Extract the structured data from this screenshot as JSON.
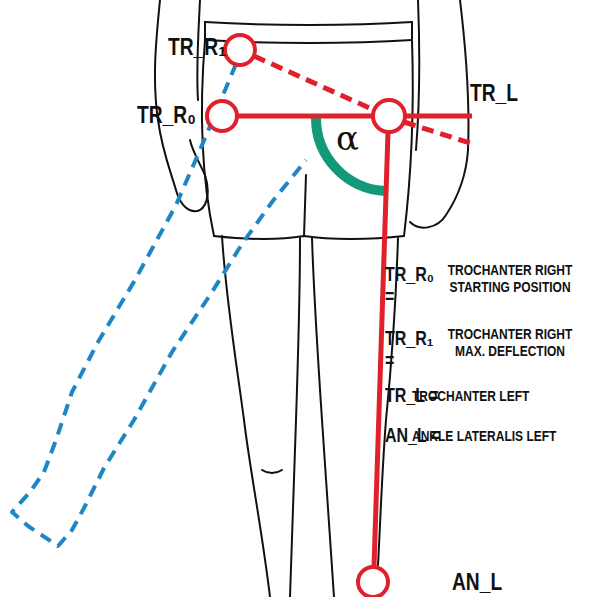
{
  "diagram": {
    "labels": [
      "TR_R₁",
      "TR_R₀",
      "TR_L",
      "α",
      "TR_R₀ =",
      "TROCHANTER RIGHT STARTING POSITION",
      "TR_R₁ =",
      "TROCHANTER RIGHT MAX. DEFLECTION",
      "TR_L =",
      "TROCHANTER LEFT",
      "AN_L =",
      "ANKLE LATERALIS LEFT",
      "AN_L"
    ]
  }
}
